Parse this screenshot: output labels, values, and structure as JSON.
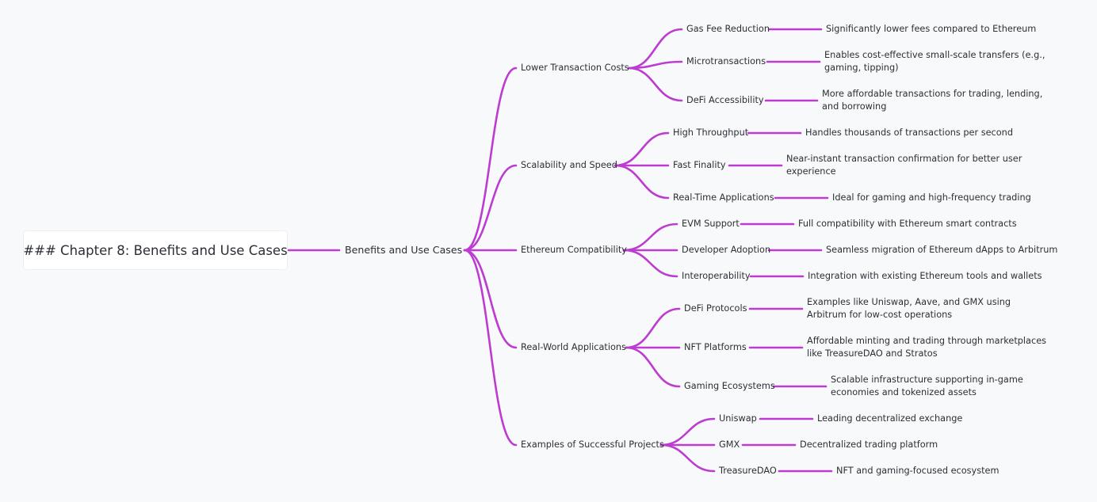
{
  "root": {
    "title": "### Chapter 8: Benefits and Use Cases",
    "center": "Benefits and Use Cases"
  },
  "branches": [
    {
      "label": "Lower Transaction Costs",
      "children": [
        {
          "label": "Gas Fee Reduction",
          "detail": "Significantly lower fees compared to Ethereum"
        },
        {
          "label": "Microtransactions",
          "detail": "Enables cost-effective small-scale transfers (e.g., gaming, tipping)"
        },
        {
          "label": "DeFi Accessibility",
          "detail": "More affordable transactions for trading, lending, and borrowing"
        }
      ]
    },
    {
      "label": "Scalability and Speed",
      "children": [
        {
          "label": "High Throughput",
          "detail": "Handles thousands of transactions per second"
        },
        {
          "label": "Fast Finality",
          "detail": "Near-instant transaction confirmation for better user experience"
        },
        {
          "label": "Real-Time Applications",
          "detail": "Ideal for gaming and high-frequency trading"
        }
      ]
    },
    {
      "label": "Ethereum Compatibility",
      "children": [
        {
          "label": "EVM Support",
          "detail": "Full compatibility with Ethereum smart contracts"
        },
        {
          "label": "Developer Adoption",
          "detail": "Seamless migration of Ethereum dApps to Arbitrum"
        },
        {
          "label": "Interoperability",
          "detail": "Integration with existing Ethereum tools and wallets"
        }
      ]
    },
    {
      "label": "Real-World Applications",
      "children": [
        {
          "label": "DeFi Protocols",
          "detail": "Examples like Uniswap, Aave, and GMX using Arbitrum for low-cost operations"
        },
        {
          "label": "NFT Platforms",
          "detail": "Affordable minting and trading through marketplaces like TreasureDAO and Stratos"
        },
        {
          "label": "Gaming Ecosystems",
          "detail": "Scalable infrastructure supporting in-game economies and tokenized assets"
        }
      ]
    },
    {
      "label": "Examples of Successful Projects",
      "children": [
        {
          "label": "Uniswap",
          "detail": "Leading decentralized exchange"
        },
        {
          "label": "GMX",
          "detail": "Decentralized trading platform"
        },
        {
          "label": "TreasureDAO",
          "detail": "NFT and gaming-focused ecosystem"
        }
      ]
    }
  ],
  "colors": {
    "connector": "#bd3cd0",
    "background": "#f8f9fb",
    "text": "#2b2f36"
  }
}
